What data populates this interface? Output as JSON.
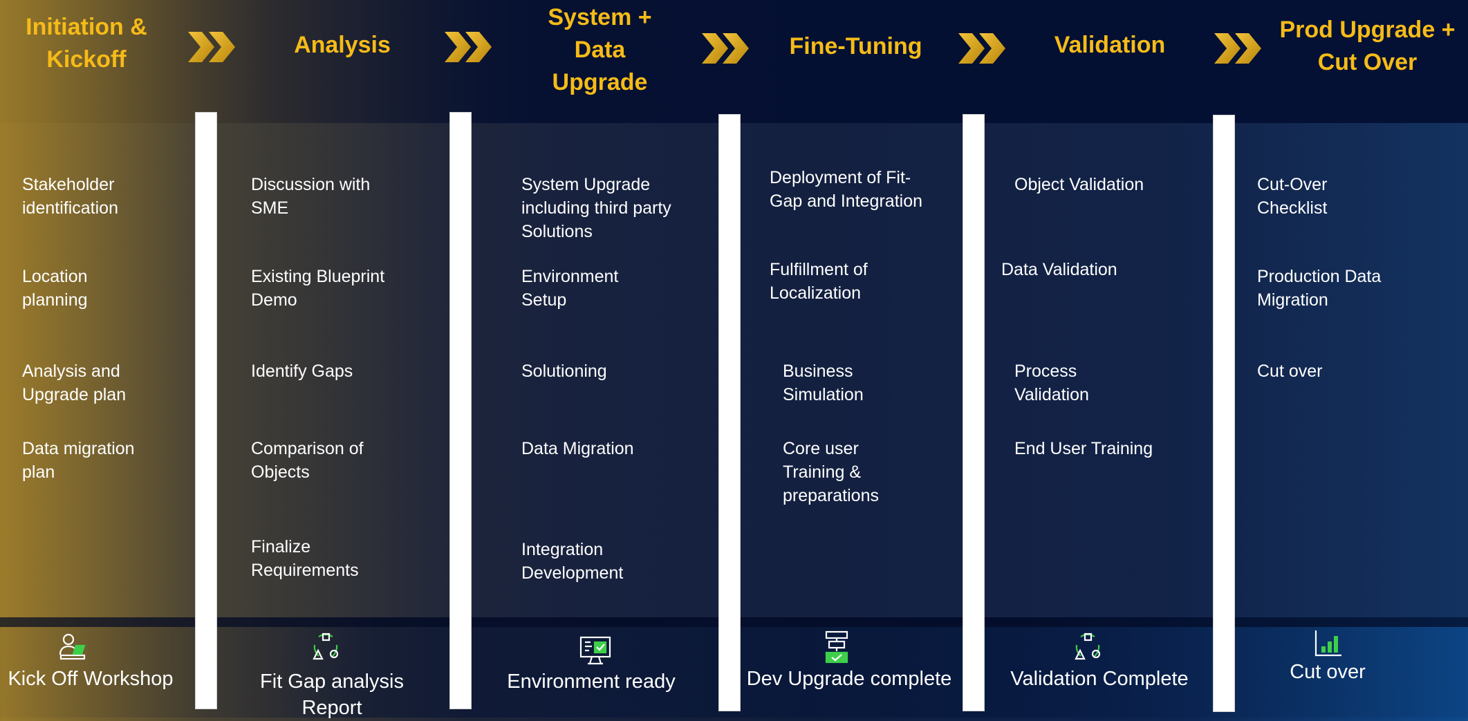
{
  "phases": [
    {
      "title": "Initiation & Kickoff",
      "items": [
        "Stakeholder identification",
        "Location planning",
        "Analysis and Upgrade plan",
        "Data migration plan"
      ],
      "deliverable": "Kick Off Workshop",
      "icon": "person-laptop-icon"
    },
    {
      "title": "Analysis",
      "items": [
        "Discussion with SME",
        "Existing Blueprint Demo",
        "Identify Gaps",
        "Comparison of Objects",
        "Finalize Requirements"
      ],
      "deliverable": "Fit Gap analysis Report",
      "icon": "shapes-cycle-icon"
    },
    {
      "title": "System + Data Upgrade",
      "items": [
        "System Upgrade including third party Solutions",
        "Environment Setup",
        "Solutioning",
        "Data Migration",
        "Integration Development"
      ],
      "deliverable": "Environment ready",
      "icon": "monitor-check-icon"
    },
    {
      "title": "Fine-Tuning",
      "items": [
        "Deployment of Fit-Gap and Integration",
        "Fulfillment of Localization",
        "Business Simulation",
        "Core user Training & preparations"
      ],
      "deliverable": "Dev Upgrade complete",
      "icon": "server-check-icon"
    },
    {
      "title": "Validation",
      "items": [
        "Object Validation",
        "Data Validation",
        "Process Validation",
        "End User Training"
      ],
      "deliverable": "Validation Complete",
      "icon": "shapes-cycle-icon"
    },
    {
      "title": "Prod Upgrade + Cut Over",
      "items": [
        "Cut-Over Checklist",
        "Production Data Migration",
        "Cut over"
      ],
      "deliverable": "Cut over",
      "icon": "bar-chart-icon"
    }
  ],
  "colors": {
    "title": "#f6bb18",
    "chevron": "#e0a814",
    "icon_green": "#3ecf4a"
  }
}
